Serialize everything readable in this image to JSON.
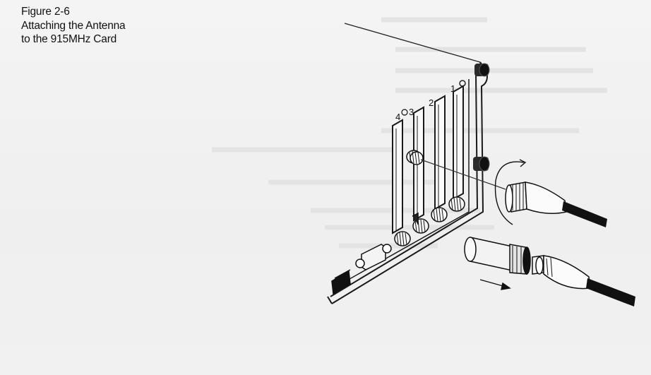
{
  "figure": {
    "number": "Figure 2-6",
    "title_line1": "Attaching the Antenna",
    "title_line2": "to the 915MHz Card"
  },
  "slot_labels": [
    "4",
    "3",
    "2",
    "1"
  ],
  "icons": [
    "computer-chassis-icon",
    "pcmcia-slot-icon",
    "antenna-connector-icon",
    "rotate-arrow-icon",
    "push-arrow-icon",
    "antenna-cable-icon"
  ]
}
